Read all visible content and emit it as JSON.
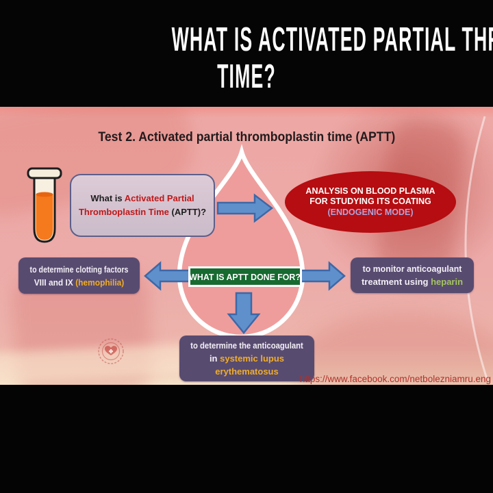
{
  "title": {
    "line1": "WHAT IS ACTIVATED PARTIAL THROMBOPLASTIN",
    "line2": "TIME?"
  },
  "slide": {
    "heading": "Test 2. Activated partial thromboplastin time (APTT)",
    "question_box": {
      "l1_black": "What is ",
      "l1_red": "Activated Partial",
      "l2_red": "Thromboplastin Time ",
      "l2_black": "(APTT)?"
    },
    "analysis_ellipse": {
      "line1": "ANALYSIS ON BLOOD PLASMA",
      "line2": "FOR STUDYING ITS COATING",
      "line3": "(ENDOGENIC MODE)"
    },
    "center_question": "WHAT IS APTT DONE FOR?",
    "purpose_left": {
      "line1": "to determine clotting factors",
      "line2_plain": "VIII and IX ",
      "line2_highlight": "(hemophilia)"
    },
    "purpose_right": {
      "line1": "to monitor anticoagulant",
      "line2_plain": "treatment using ",
      "line2_highlight": "heparin"
    },
    "purpose_bottom": {
      "line1": "to determine the anticoagulant",
      "line2_plain": "in ",
      "line2_highlight": "systemic lupus",
      "line3_highlight": "erythematosus"
    },
    "link": "https://www.facebook.com/netbolezniamru.eng"
  },
  "icons": {
    "test_tube": "test-tube-icon",
    "blood_drop": "blood-drop-shape",
    "heart_stamp": "heart-stamp-icon",
    "arrow_right_top": "arrow-right-icon",
    "arrow_left": "arrow-left-icon",
    "arrow_right": "arrow-right-icon",
    "arrow_down": "arrow-down-icon"
  },
  "colors": {
    "bar_black": "#050505",
    "title_white": "#fdfdfd",
    "background_pink": "#ecaaa8",
    "drop_pink": "#ef9d9c",
    "question_red": "#c01818",
    "ellipse_red": "#b50d11",
    "endogenic_lavender": "#b1a4dc",
    "green_box": "#176a30",
    "purple_box": "#584b70",
    "hemophilia_yellow": "#efad2a",
    "heparin_green": "#a5c55f",
    "arrow_blue": "#6090cb",
    "arrow_border": "#3c68a8",
    "link_red": "#b0302a"
  }
}
